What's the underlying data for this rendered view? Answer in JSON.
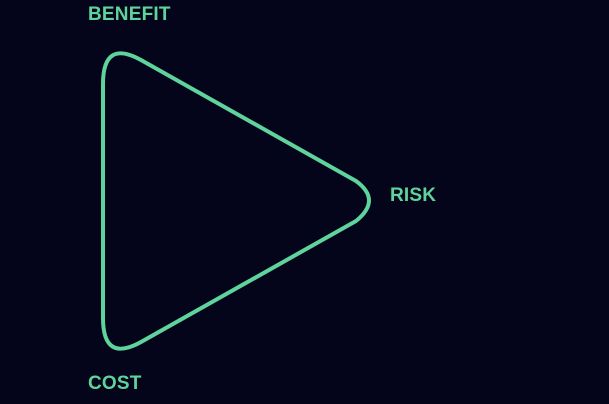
{
  "diagram": {
    "vertices": {
      "benefit": "BENEFIT",
      "risk": "RISK",
      "cost": "COST"
    },
    "colors": {
      "background": "#04041a",
      "accent": "#5fd39c"
    }
  }
}
